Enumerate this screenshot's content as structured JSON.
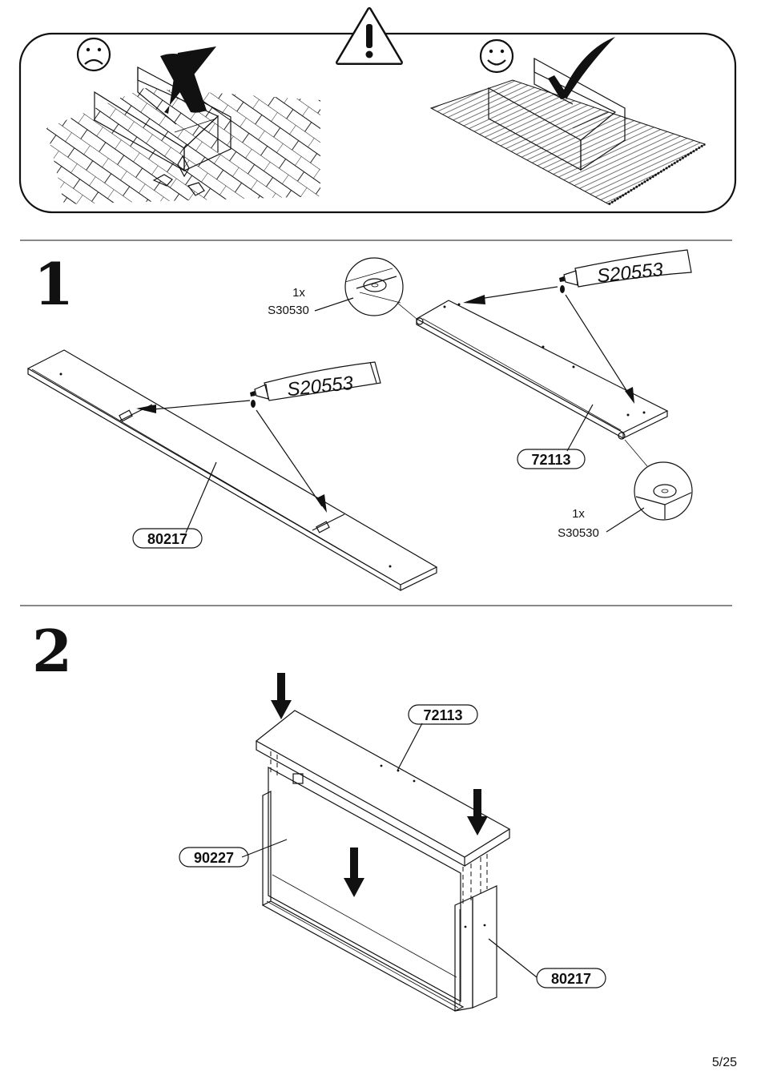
{
  "warning": {
    "bad_symbol": "sad-face",
    "good_symbol": "happy-face",
    "alert_symbol": "warning-triangle"
  },
  "step1": {
    "number": "1",
    "glue_label_left": "S20553",
    "glue_label_right": "S20553",
    "part_left": "80217",
    "part_right": "72113",
    "pad_top": {
      "qty": "1x",
      "code": "S30530"
    },
    "pad_bottom": {
      "qty": "1x",
      "code": "S30530"
    }
  },
  "step2": {
    "number": "2",
    "part_top": "72113",
    "part_back": "90227",
    "part_side": "80217"
  },
  "page": "5/25"
}
